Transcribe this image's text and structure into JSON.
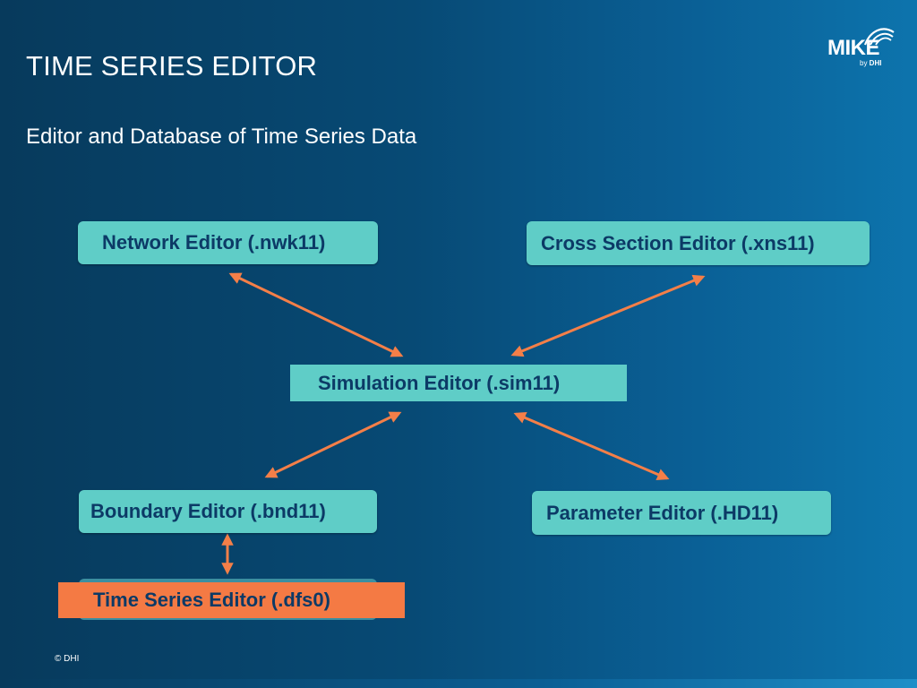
{
  "slide": {
    "title": "TIME SERIES EDITOR",
    "subtitle": "Editor and Database of Time Series Data",
    "footer": "© DHI"
  },
  "logo": {
    "wordmark": "MIKE",
    "byline_prefix": "by ",
    "byline_brand": "DHI"
  },
  "diagram": {
    "nodes": {
      "network": "Network Editor (.nwk11)",
      "cross_section": "Cross Section Editor (.xns11)",
      "simulation": "Simulation Editor (.sim11)",
      "boundary": "Boundary Editor (.bnd11)",
      "parameter": "Parameter Editor (.HD11)",
      "time_series": "Time Series Editor (.dfs0)"
    },
    "colors": {
      "node_fill": "#5fcdc7",
      "node_text": "#0c3a66",
      "highlight_fill": "#f47a44",
      "arrow": "#f47f48"
    }
  }
}
